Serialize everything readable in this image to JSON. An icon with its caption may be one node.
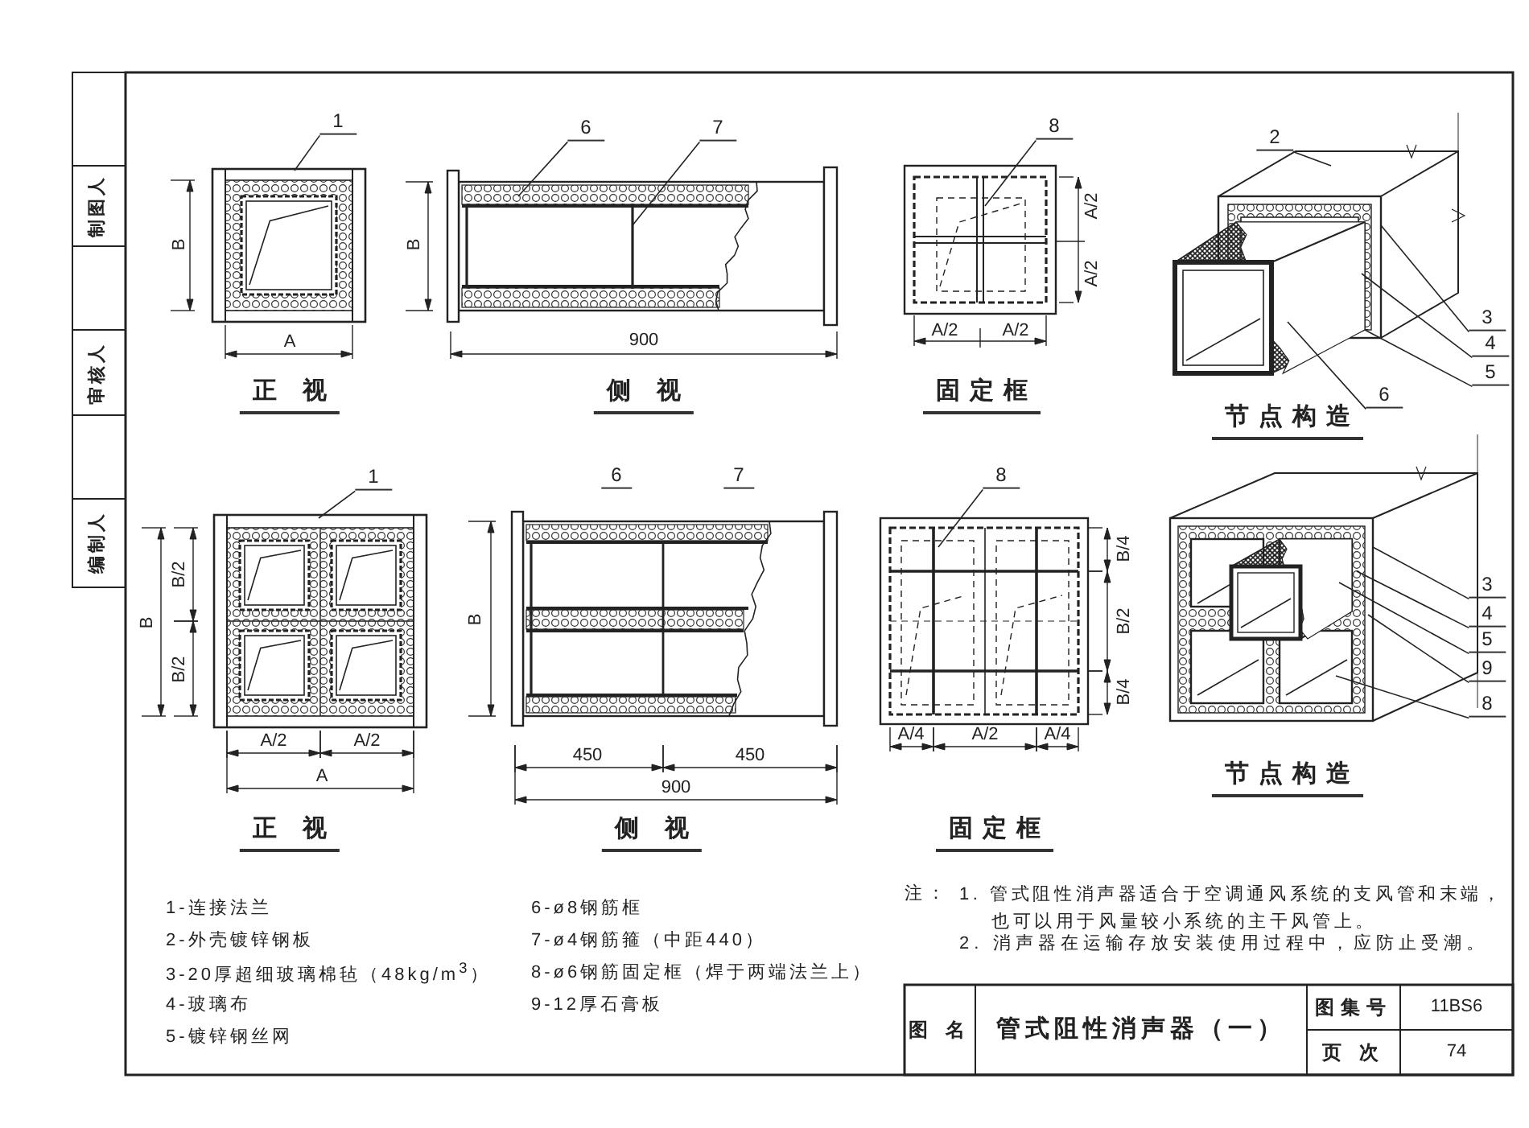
{
  "diagram": {
    "nodes": [
      {
        "text": [
          "1"
        ]
      },
      {
        "text": [
          "6"
        ]
      },
      {
        "text": [
          "7"
        ]
      },
      {
        "text": [
          "8"
        ]
      },
      {
        "text": [
          "2"
        ]
      },
      {
        "text": [
          "3"
        ]
      },
      {
        "text": [
          "4"
        ]
      },
      {
        "text": [
          "5"
        ]
      },
      {
        "text": [
          "6"
        ]
      },
      {
        "text": [
          "1"
        ]
      },
      {
        "text": [
          "8"
        ]
      },
      {
        "text": [
          "3"
        ]
      },
      {
        "text": [
          "4"
        ]
      },
      {
        "text": [
          "5"
        ]
      },
      {
        "text": [
          "9"
        ]
      },
      {
        "text": [
          "8"
        ]
      }
    ],
    "edges": [
      {
        "from": 0,
        "to": null,
        "arrow": "none"
      },
      {
        "from": 1,
        "to": null,
        "arrow": "none"
      },
      {
        "from": 2,
        "to": null,
        "arrow": "none"
      },
      {
        "from": 3,
        "to": null,
        "arrow": "none"
      },
      {
        "from": 4,
        "to": null,
        "arrow": "none"
      },
      {
        "from": 5,
        "to": null,
        "arrow": "none"
      },
      {
        "from": 6,
        "to": null,
        "arrow": "none"
      },
      {
        "from": 7,
        "to": null,
        "arrow": "none"
      },
      {
        "from": 8,
        "to": null,
        "arrow": "none"
      },
      {
        "from": 9,
        "to": null,
        "arrow": "none"
      },
      {
        "from": 10,
        "to": null,
        "arrow": "none"
      },
      {
        "from": 11,
        "to": null,
        "arrow": "none"
      },
      {
        "from": 12,
        "to": null,
        "arrow": "none"
      },
      {
        "from": 13,
        "to": null,
        "arrow": "none"
      },
      {
        "from": 14,
        "to": null,
        "arrow": "none"
      },
      {
        "from": 15,
        "to": null,
        "arrow": "none"
      }
    ],
    "labels": [
      "B",
      "A",
      "正 视",
      "B",
      "900",
      "侧 视",
      "A/2",
      "A/2",
      "A/2",
      "A/2",
      "固定框",
      "节点构造",
      "B/2",
      "B",
      "B/2",
      "A/2",
      "A/2",
      "A",
      "正 视",
      "6",
      "7",
      "B",
      "450",
      "450",
      "900",
      "侧 视",
      "B/4",
      "B/2",
      "B/4",
      "A/4",
      "A/2",
      "A/4",
      "节点构造",
      "固定框",
      "制图人",
      "审核人",
      "编制人",
      "1-连接法兰",
      "6-ø8钢筋框",
      "2-外壳镀锌钢板",
      "7-ø4钢筋箍（中距440）",
      "3-20厚超细玻璃棉毡（48kg/m$^{3}$）",
      "8-ø6钢筋固定框（焊于两端法兰上）",
      "4-玻璃布",
      "9-12厚石膏板",
      "5-镀锌钢丝网",
      "注：",
      "1. 管式阻性消声器适合于空调通风系统的支风管和末端，也可以用于风量较小系统的主干风管上。",
      "2. 消声器在运输存放安装使用过程中，应防止受潮。",
      "图 名",
      "管式阻性消声器（一）",
      "图集号",
      "11BS6",
      "页 次",
      "74"
    ]
  }
}
